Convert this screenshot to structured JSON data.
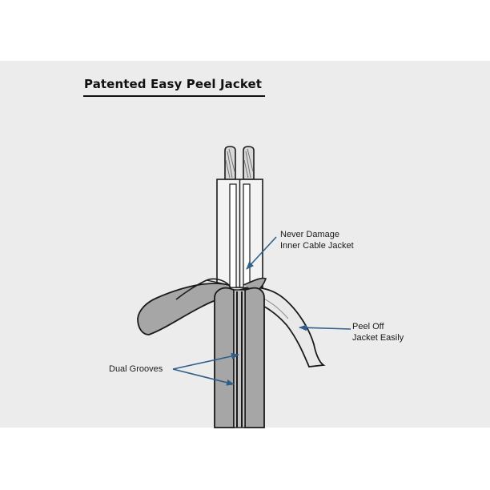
{
  "title": "Patented Easy Peel Jacket",
  "labels": {
    "never_damage_line1": "Never Damage",
    "never_damage_line2": "Inner Cable Jacket",
    "peel_off_line1": "Peel Off",
    "peel_off_line2": "Jacket Easily",
    "dual_grooves": "Dual Grooves"
  },
  "colors": {
    "background_panel": "#ececec",
    "arrow": "#2f5f8a",
    "outer_jacket": "#a6a6a6",
    "inner_jacket": "#f3f3f3",
    "conductor": "#d8d8d8",
    "outline": "#1a1a1a"
  }
}
